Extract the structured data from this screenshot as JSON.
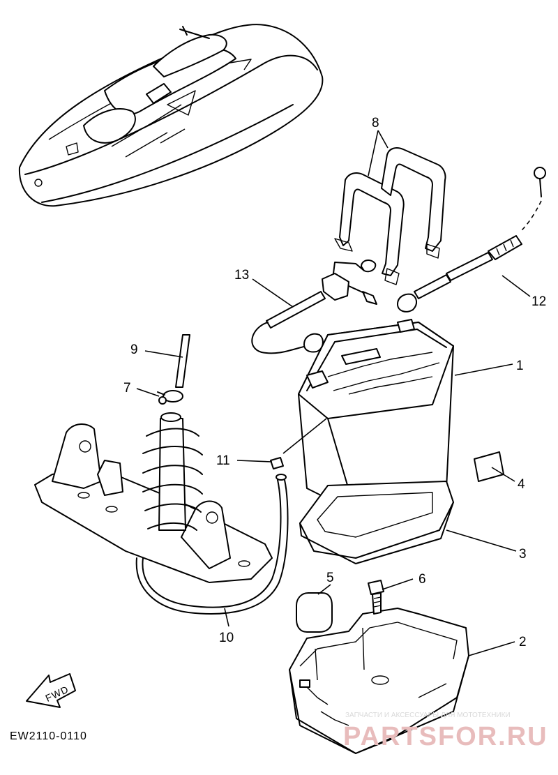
{
  "callouts": [
    {
      "id": "1",
      "label": "1"
    },
    {
      "id": "2",
      "label": "2"
    },
    {
      "id": "3",
      "label": "3"
    },
    {
      "id": "4",
      "label": "4"
    },
    {
      "id": "5",
      "label": "5"
    },
    {
      "id": "6",
      "label": "6"
    },
    {
      "id": "7",
      "label": "7"
    },
    {
      "id": "8",
      "label": "8"
    },
    {
      "id": "9",
      "label": "9"
    },
    {
      "id": "10",
      "label": "10"
    },
    {
      "id": "11",
      "label": "11"
    },
    {
      "id": "12",
      "label": "12"
    },
    {
      "id": "13",
      "label": "13"
    }
  ],
  "fwd_label": "FWD",
  "diagram_code": "EW2110-0110",
  "watermark": {
    "tagline": "ЗАПЧАСТИ И АКСЕССУАРЫ ДЛЯ МОТОТЕХНИКИ",
    "logo_text": "PARTSFOR.RU"
  }
}
